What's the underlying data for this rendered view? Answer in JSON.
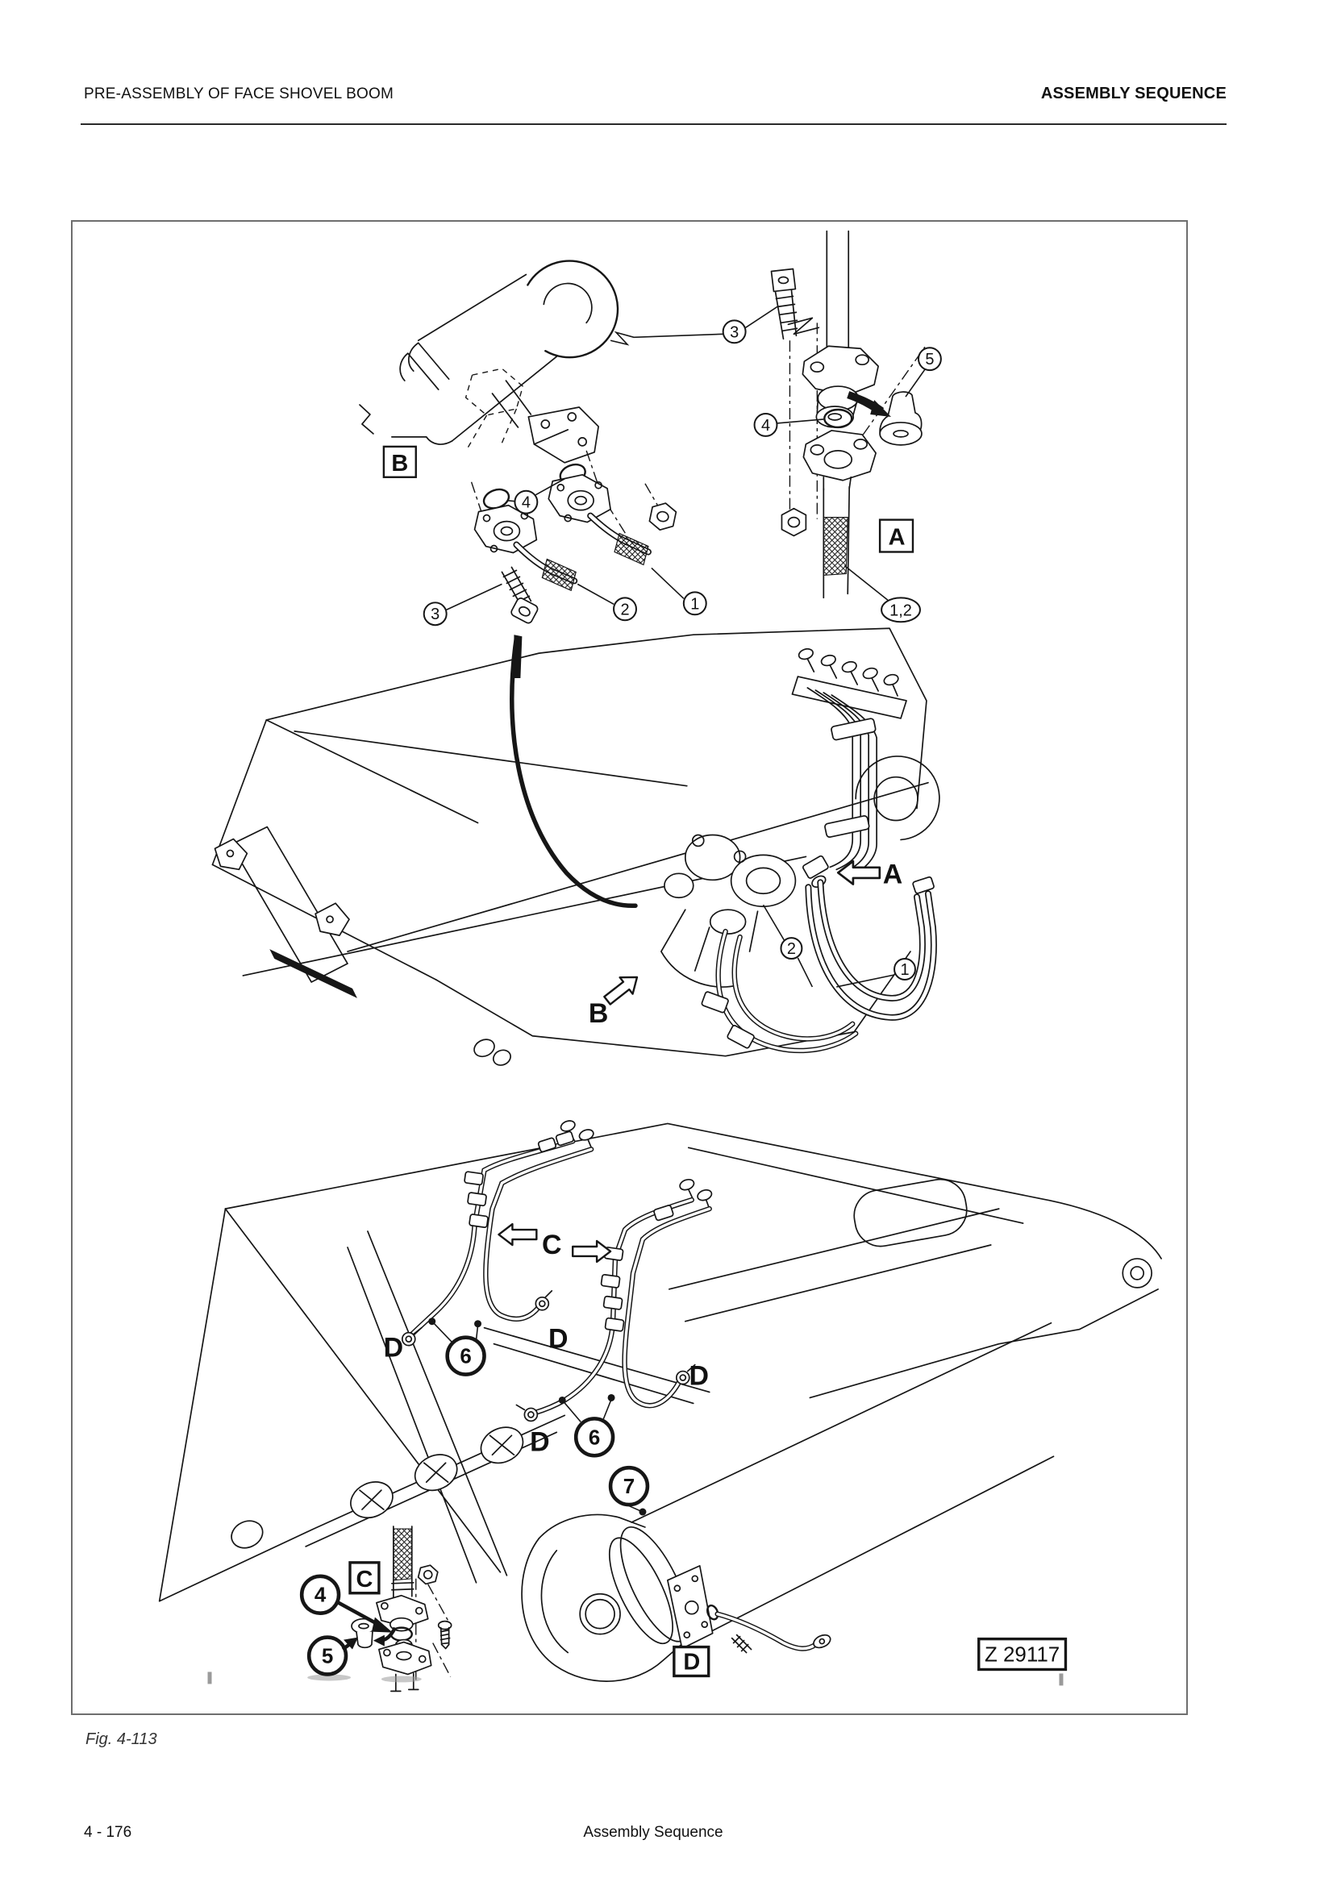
{
  "header": {
    "left": "PRE-ASSEMBLY OF FACE SHOVEL BOOM",
    "right": "ASSEMBLY SEQUENCE"
  },
  "figure": {
    "caption": "Fig. 4-113",
    "drawing_number": "Z 29117",
    "labels": {
      "a": "A",
      "b": "B",
      "c": "C",
      "d": "D",
      "one_two": "1,2",
      "n1": "1",
      "n2": "2",
      "n3": "3",
      "n4": "4",
      "n5": "5",
      "n6": "6",
      "n7": "7"
    }
  },
  "footer": {
    "page": "4 - 176",
    "section": "Assembly Sequence"
  }
}
